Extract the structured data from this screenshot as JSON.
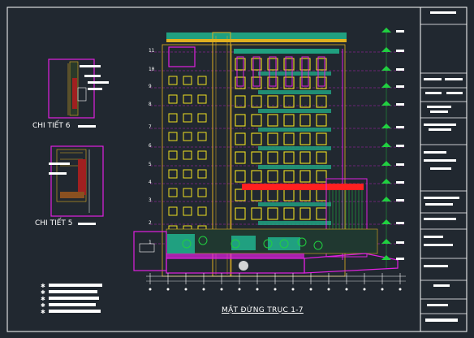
{
  "drawing": {
    "main_title": "MẶT ĐỨNG TRỤC 1-7",
    "details": [
      {
        "label": "CHI TIẾT 6"
      },
      {
        "label": "CHI TIẾT 5"
      }
    ],
    "level_labels": [
      "11",
      "10",
      "9",
      "8",
      "7",
      "6",
      "5",
      "4",
      "3",
      "2",
      "1"
    ]
  },
  "colors": {
    "background": "#212830",
    "frame": "#ffffff",
    "structure": "#e0b020",
    "window_glass": "#f0e020",
    "accent": "#e020e0",
    "roof": "#20a080",
    "hatch_red": "#ff2020",
    "greenery": "#20d040"
  }
}
